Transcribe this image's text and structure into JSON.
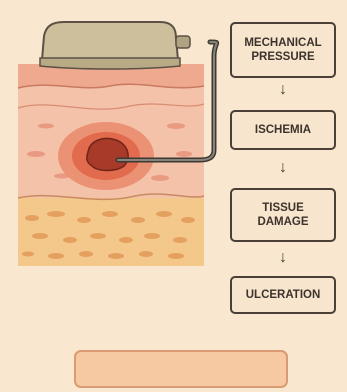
{
  "flow": {
    "step1": "MECHANICAL\nPRESSURE",
    "step2": "ISCHEMIA",
    "step3": "TISSUE\nDAMAGE",
    "step4": "ULCERATION",
    "arrow": "↓"
  },
  "colors": {
    "background": "#f9e7cf",
    "epidermis": "#f2b39a",
    "dermis": "#f4c2a8",
    "fat": "#f3c88a",
    "wound_core": "#a73a28",
    "inflammation": "#e26a4d",
    "device": "#cdbf9c",
    "outline": "#4a4038"
  }
}
